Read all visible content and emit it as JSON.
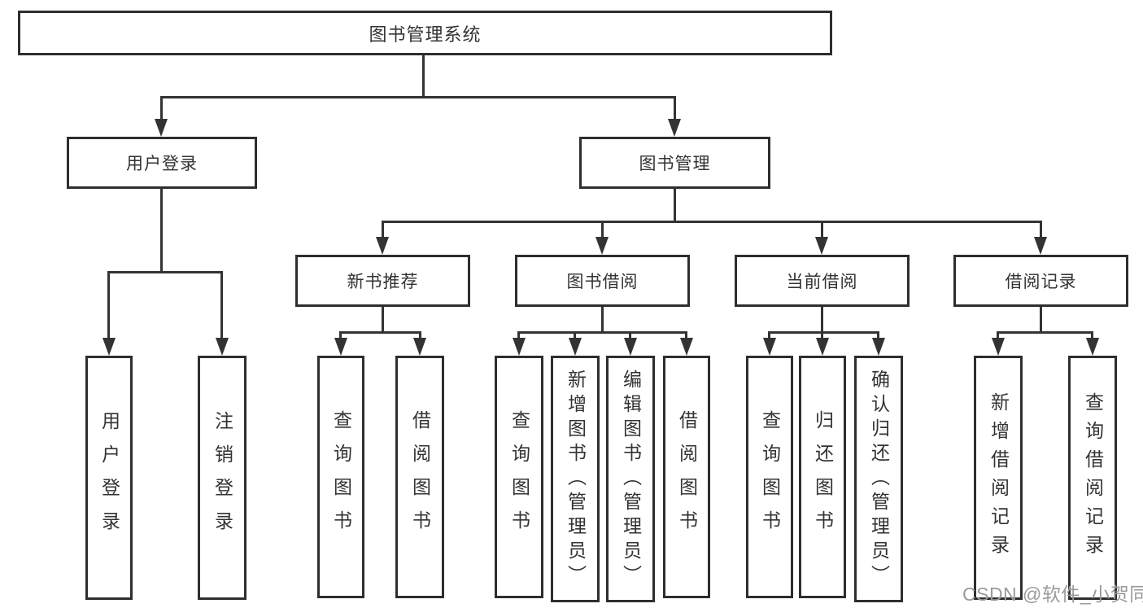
{
  "colors": {
    "line": "#333333",
    "box_border": "#2e2e2e",
    "text": "#333333",
    "watermark": "#9a9a9a",
    "background": "#ffffff"
  },
  "tree": {
    "root": {
      "label": "图书管理系统"
    },
    "branches": [
      {
        "label": "用户登录",
        "children": [
          {
            "label": "用户登录"
          },
          {
            "label": "注销登录"
          }
        ]
      },
      {
        "label": "图书管理",
        "children": [
          {
            "label": "新书推荐",
            "children": [
              {
                "label": "查询图书"
              },
              {
                "label": "借阅图书"
              }
            ]
          },
          {
            "label": "图书借阅",
            "children": [
              {
                "label": "查询图书"
              },
              {
                "label": "新增图书（管理员）"
              },
              {
                "label": "编辑图书（管理员）"
              },
              {
                "label": "借阅图书"
              }
            ]
          },
          {
            "label": "当前借阅",
            "children": [
              {
                "label": "查询图书"
              },
              {
                "label": "归还图书"
              },
              {
                "label": "确认归还（管理员）"
              }
            ]
          },
          {
            "label": "借阅记录",
            "children": [
              {
                "label": "新增借阅记录"
              },
              {
                "label": "查询借阅记录"
              }
            ]
          }
        ]
      }
    ]
  },
  "watermark": {
    "text": "CSDN @软件_小贺同学"
  }
}
